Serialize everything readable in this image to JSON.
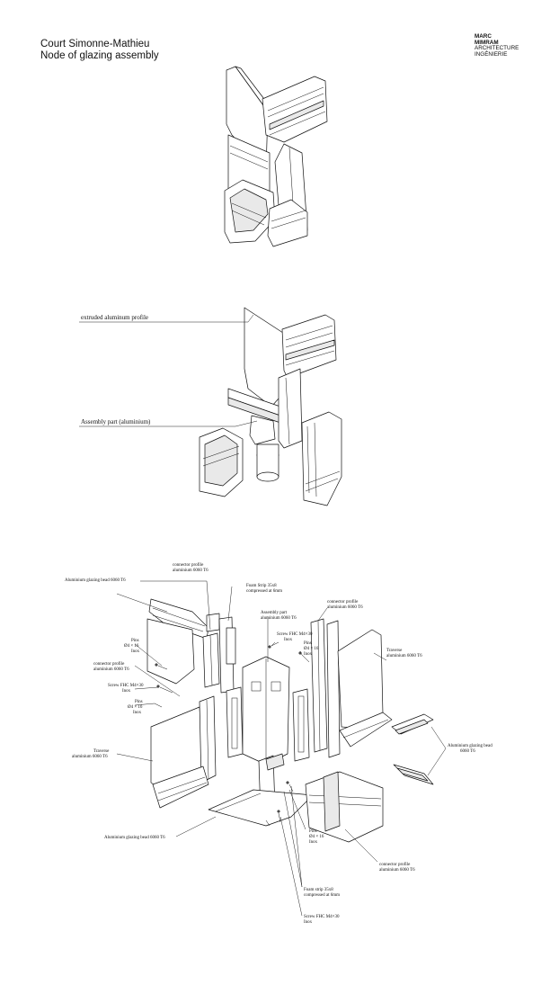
{
  "header": {
    "title_line1": "Court Simonne-Mathieu",
    "title_line2": "Node of glazing assembly"
  },
  "logo": {
    "line1": "MARC",
    "line2": "MIMRAM",
    "line3": "ARCHITECTURE",
    "line4": "INGÉNIERIE"
  },
  "view2_labels": {
    "extruded": "extruded aluminum profile",
    "assembly": "Assembly part (aluminium)"
  },
  "view3_labels": {
    "connector_top": [
      "connector profile",
      "aluminium 6060 T6"
    ],
    "bead_top_left": "Aluminium glazing bead 6060 T6",
    "foam_top": [
      "Foam Strip 35x8",
      "compressed at 6mm"
    ],
    "connector_right": [
      "connector profile",
      "aluminium 6060 T6"
    ],
    "assembly_part": [
      "Assembly part",
      "aluminium 6060 T6"
    ],
    "pins_left": [
      "Pins",
      "Ø4 × 16",
      "Inox"
    ],
    "screw_top": [
      "Screw FHC M4×30",
      "Inox"
    ],
    "pins_mid": [
      "Pins",
      "Ø4 × 16",
      "Inox"
    ],
    "traverse_right": [
      "Traverse",
      "aluminium 6060 T6"
    ],
    "connector_left": [
      "connector profile",
      "aluminium 6060 T6"
    ],
    "screw_left": [
      "Screw FHC M4×30",
      "Inox"
    ],
    "pins_left2": [
      "Pins",
      "Ø4 × 16",
      "Inox"
    ],
    "bead_right": [
      "Aluminium glazing bead",
      "6060 T6"
    ],
    "traverse_left": [
      "Traverse",
      "aluminium 6060 T6"
    ],
    "bead_bottom": "Aluminium glazing bead 6060 T6",
    "pins_bottom": [
      "Pins",
      "Ø4 × 16",
      "Inox"
    ],
    "connector_bottom": [
      "connector profile",
      "aluminium 6060 T6"
    ],
    "foam_bottom": [
      "Foam strip 35x8",
      "compressed at 6mm"
    ],
    "screw_bottom": [
      "Screw FHC M4×30",
      "Inox"
    ]
  }
}
